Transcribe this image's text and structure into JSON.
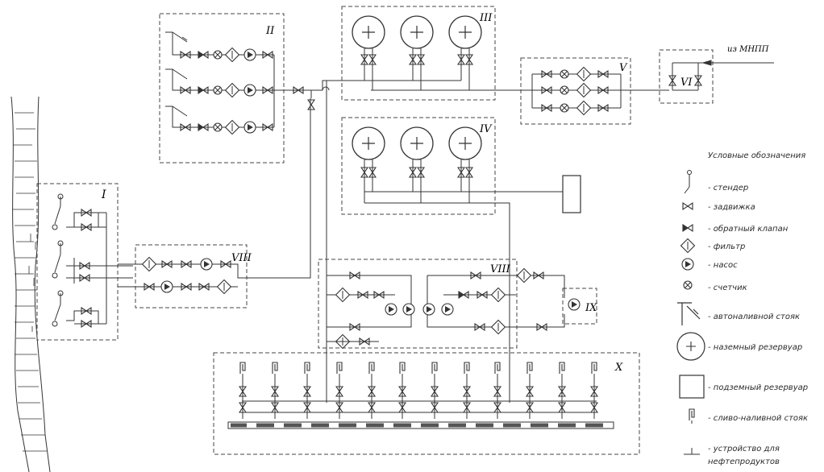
{
  "zones": {
    "I": "I",
    "II": "II",
    "III": "III",
    "IV": "IV",
    "V": "V",
    "VI": "VI",
    "VII": "VIII",
    "VIII": "VIII",
    "IX": "IX",
    "X": "X"
  },
  "inlet_label": "из МНПП",
  "legend": {
    "title": "Условные обозначения",
    "items": [
      {
        "icon": "stender-icon",
        "text": "- стендер"
      },
      {
        "icon": "gate-valve-icon",
        "text": "- задвижка"
      },
      {
        "icon": "check-valve-icon",
        "text": "- обратный клапан"
      },
      {
        "icon": "filter-icon",
        "text": "- фильтр"
      },
      {
        "icon": "pump-icon",
        "text": "- насос"
      },
      {
        "icon": "meter-icon",
        "text": "- счетчик"
      },
      {
        "icon": "auto-loading-riser-icon",
        "text": "- автоналивной стояк"
      },
      {
        "icon": "above-ground-tank-icon",
        "text": "- наземный резервуар"
      },
      {
        "icon": "underground-tank-icon",
        "text": "- подземный резервуар"
      },
      {
        "icon": "loading-riser-icon",
        "text": "- сливо-наливной стояк"
      },
      {
        "icon": "drain-device-icon",
        "text": "- устройство для",
        "text2": "нефтепродуктов"
      }
    ]
  }
}
